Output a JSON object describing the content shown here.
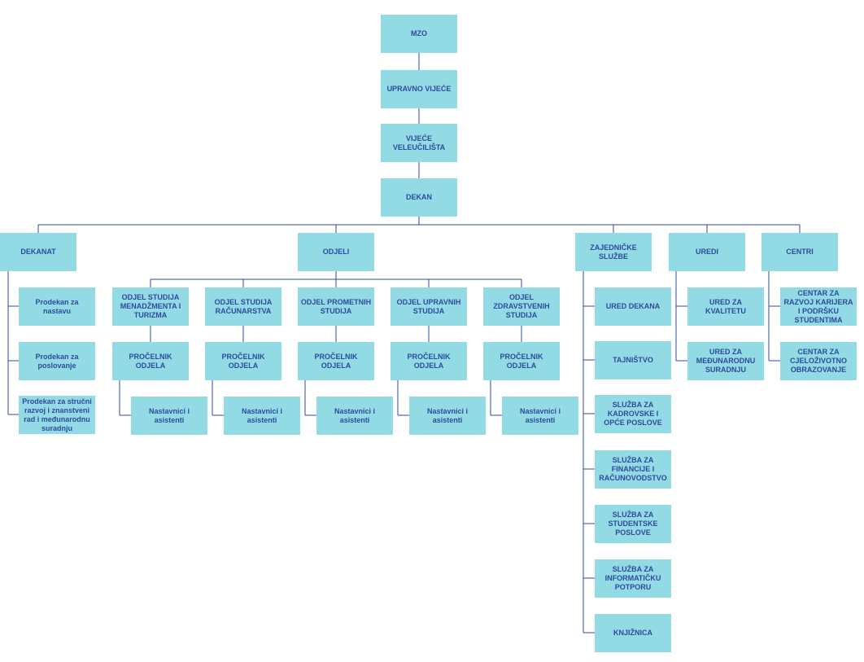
{
  "colors": {
    "box_fill": "#93dbe4",
    "box_text": "#2e4a9e",
    "connector": "#2e4a9e"
  },
  "top": {
    "mzo": "MZO",
    "upravno_vijece": "UPRAVNO VIJEĆE",
    "vijece_veleucilista": "VIJEĆE VELEUČILIŠTA",
    "dekan": "DEKAN"
  },
  "dekanat": {
    "title": "DEKANAT",
    "items": [
      "Prodekan za nastavu",
      "Prodekan za poslovanje",
      "Prodekan za stručni razvoj i znanstveni rad i međunarodnu suradnju"
    ]
  },
  "odjeli": {
    "title": "ODJELI",
    "departments": [
      {
        "name": "ODJEL STUDIJA MENADŽMENTA I TURIZMA",
        "head": "PROČELNIK ODJELA",
        "staff": "Nastavnici i asistenti"
      },
      {
        "name": "ODJEL STUDIJA RAČUNARSTVA",
        "head": "PROČELNIK ODJELA",
        "staff": "Nastavnici i asistenti"
      },
      {
        "name": "ODJEL PROMETNIH STUDIJA",
        "head": "PROČELNIK ODJELA",
        "staff": "Nastavnici i asistenti"
      },
      {
        "name": "ODJEL UPRAVNIH STUDIJA",
        "head": "PROČELNIK ODJELA",
        "staff": "Nastavnici i asistenti"
      },
      {
        "name": "ODJEL ZDRAVSTVENIH STUDIJA",
        "head": "PROČELNIK ODJELA",
        "staff": "Nastavnici i asistenti"
      }
    ]
  },
  "zajednicke_sluzbe": {
    "title": "ZAJEDNIČKE SLUŽBE",
    "items": [
      "URED DEKANA",
      "TAJNIŠTVO",
      "SLUŽBA ZA KADROVSKE I OPĆE POSLOVE",
      "SLUŽBA ZA FINANCIJE I RAČUNOVODSTVO",
      "SLUŽBA ZA STUDENTSKE POSLOVE",
      "SLUŽBA ZA INFORMATIČKU POTPORU",
      "KNJIŽNICA"
    ]
  },
  "uredi": {
    "title": "UREDI",
    "items": [
      "URED ZA KVALITETU",
      "URED ZA MEĐUNARODNU SURADNJU"
    ]
  },
  "centri": {
    "title": "CENTRI",
    "items": [
      "CENTAR ZA RAZVOJ KARIJERA I PODRŠKU STUDENTIMA",
      "CENTAR ZA CJELOŽIVOTNO OBRAZOVANJE"
    ]
  }
}
